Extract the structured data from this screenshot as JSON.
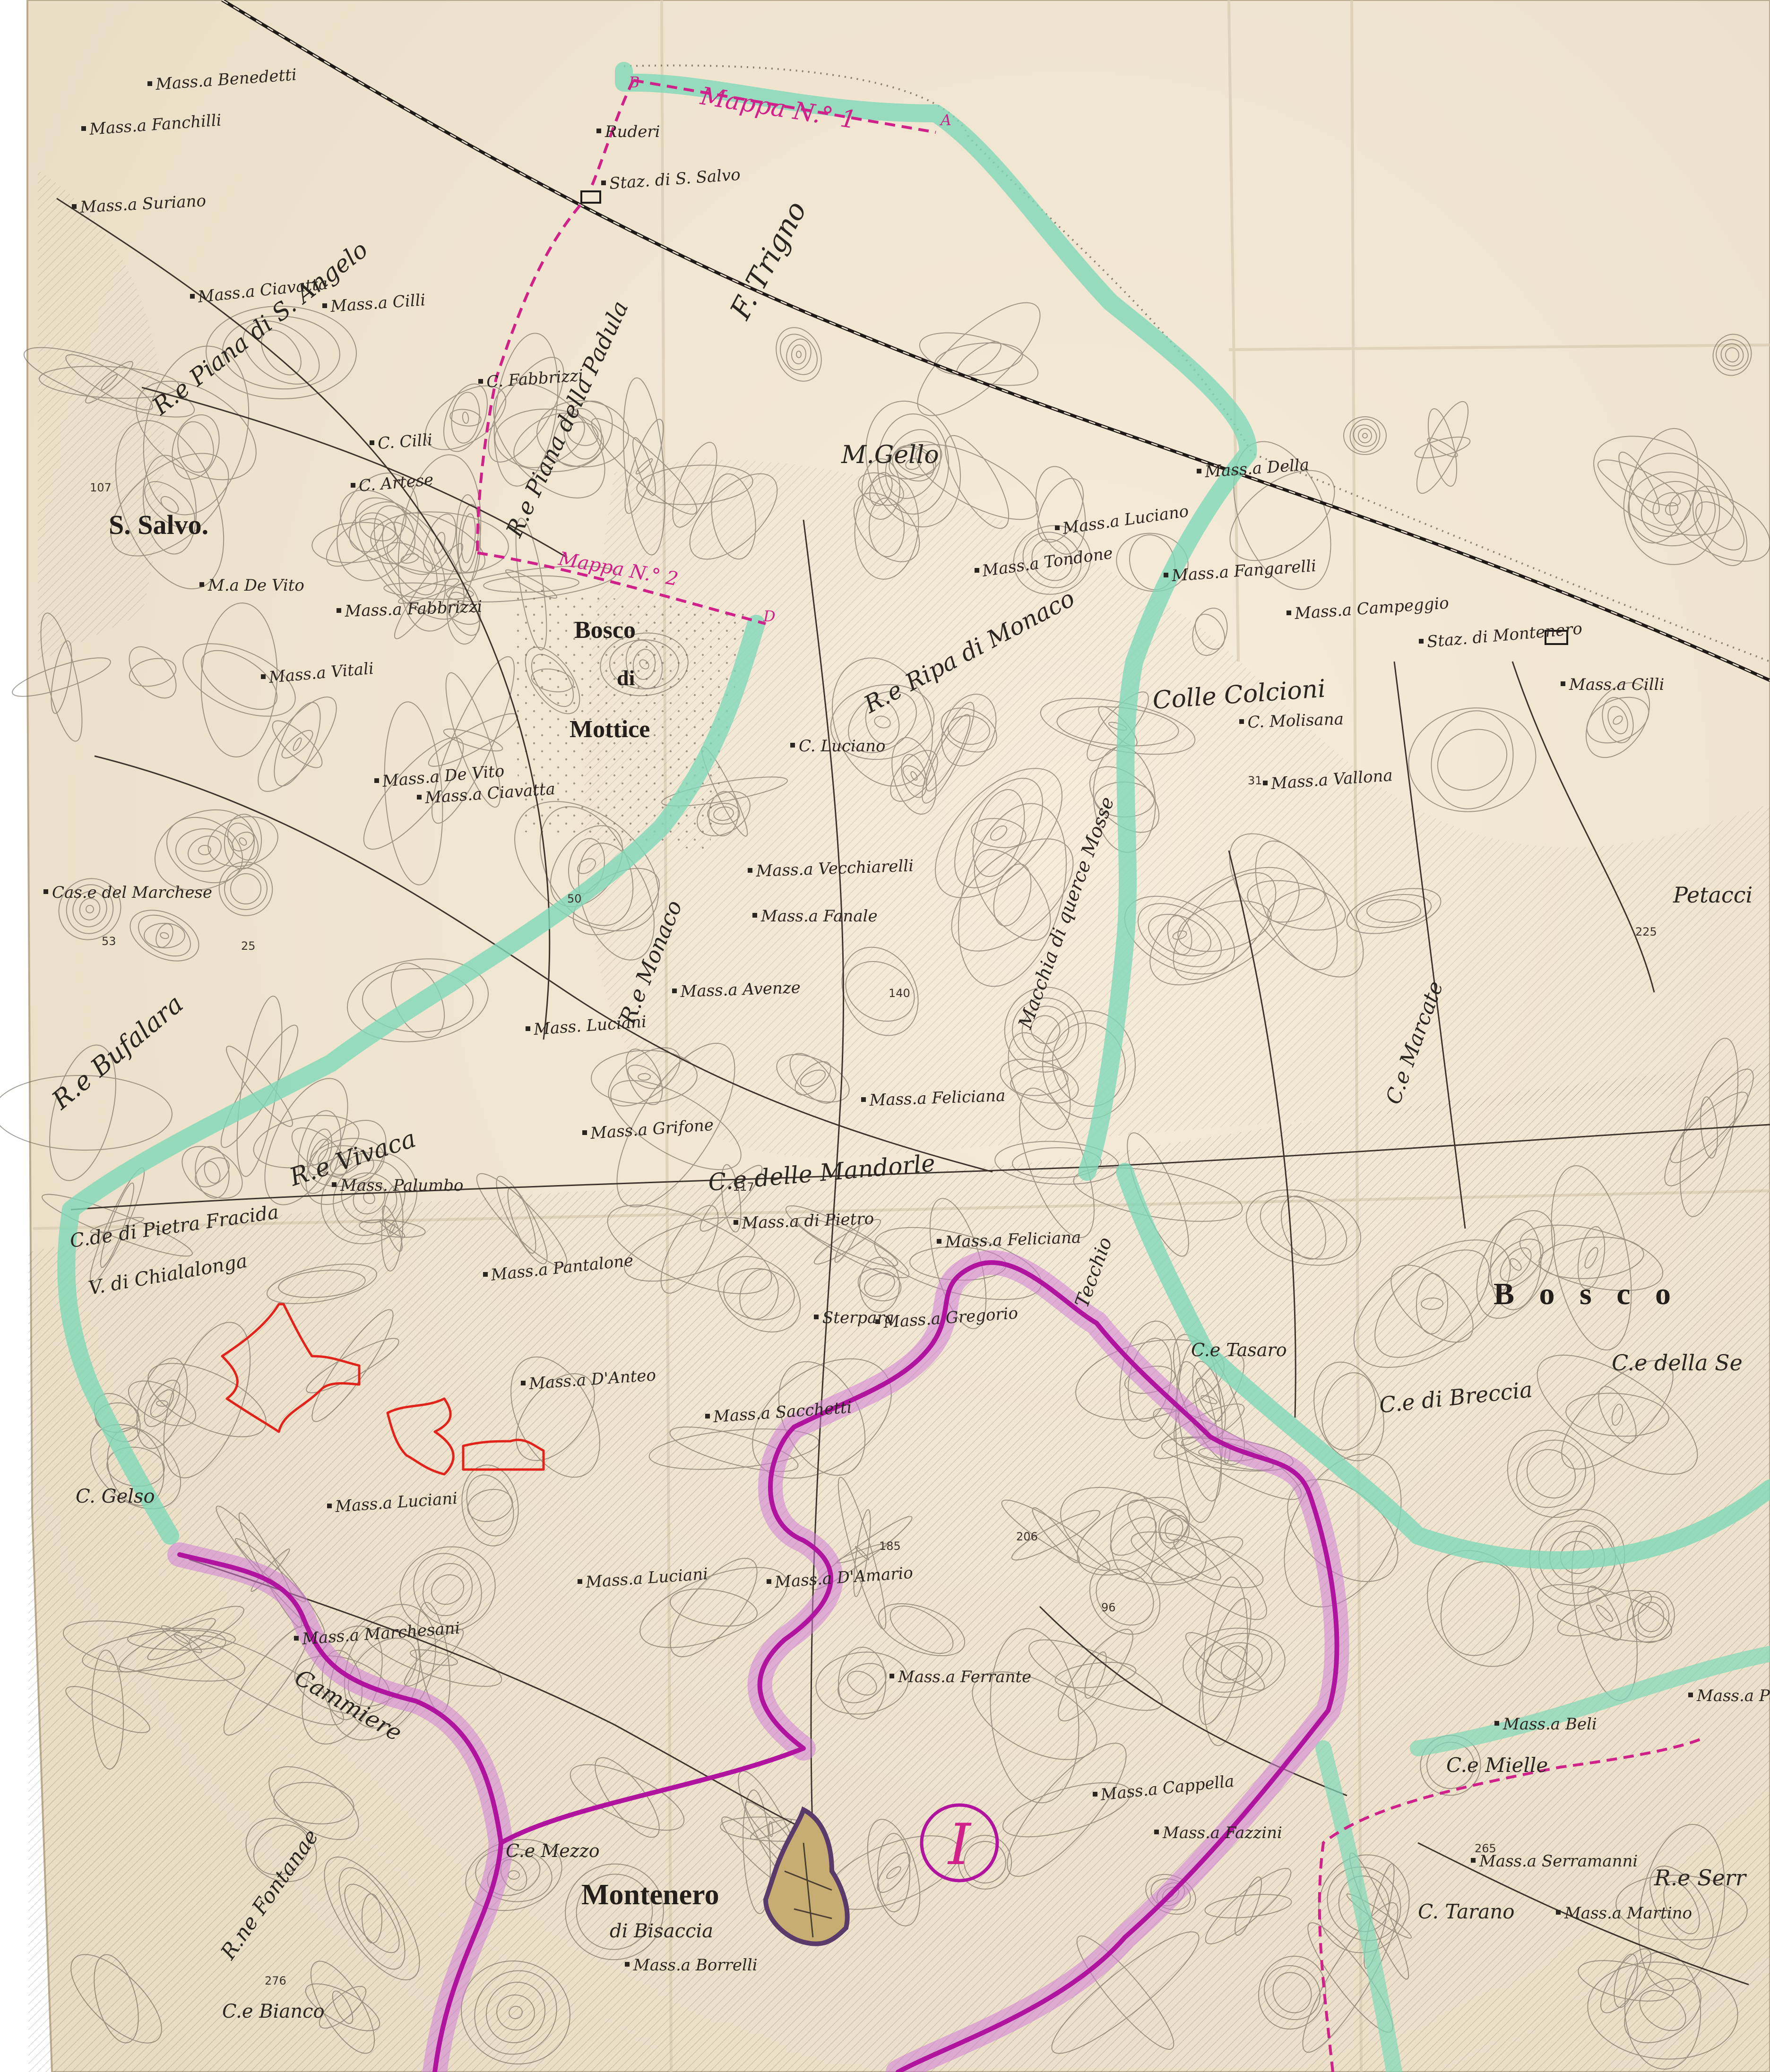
{
  "colors": {
    "paper": "#f2e7d5",
    "ink": "#2b2520",
    "green_boundary": "#7fd8b8",
    "magenta_boundary": "#c531c2",
    "red_parcel": "#e0241c",
    "pink_annotation": "#d0208a",
    "town_fill": "#c8ad72"
  },
  "map_sheet_labels": {
    "mappa_1": "Mappa N.° 1",
    "mappa_2": "Mappa N.° 2",
    "corner_a": "A",
    "corner_b": "B",
    "corner_d": "D",
    "zone_number": "I"
  },
  "places": {
    "s_salvo": "S. Salvo.",
    "montenero": "Montenero",
    "di_bisaccia": "di Bisaccia",
    "bosco": "Bosco",
    "di": "di",
    "mottice": "Mottice",
    "bosco_east": "B o s c o",
    "petacci": "Petacci",
    "m_gello": "M.Gello"
  },
  "rivers": {
    "trigno": "F. Trigno",
    "r_bufalara": "R.e Bufalara",
    "r_vivaca": "R.e Vivaca",
    "r_monaco": "R.e Monaco",
    "ripa_monaco": "R.e Ripa di Monaco",
    "piana_padula": "R.e Piana della Padula",
    "piana_s_angelo": "R.e Piana di S. Angelo",
    "cammiere": "Cammiere",
    "fontanae": "R.ne Fontanae",
    "macchia": "Macchia di querce Mosse",
    "tecchio": "Tecchio",
    "r_serr": "R.e Serr"
  },
  "hills": {
    "colle_colcioni": "Colle Colcioni",
    "c_delle_mandorle": "C.e delle Mandorle",
    "c_pietra_fracida": "C.de di Pietra Fracida",
    "v_chialalonga": "V. di Chialalonga",
    "c_gelsa": "C. Gelso",
    "c_bianco": "C.e Bianco",
    "c_brecca": "C.e di Breccia",
    "c_della_se": "C.e della Se",
    "c_tasaro": "C.e Tasaro",
    "c_marcate": "C.e Marcate",
    "c_mezzo": "C.e Mezzo",
    "c_melle": "C.e Mielle",
    "c_tarano": "C. Tarano"
  },
  "farms": [
    "Mass.a Benedetti",
    "Mass.a Fanchilli",
    "Mass.a Suriano",
    "Mass.a Ciavatta",
    "Mass.a Cilli",
    "C. Fabbrizzi",
    "C. Cilli",
    "C. Artese",
    "M.a De Vito",
    "Mass.a Fabbrizzi",
    "Mass.a Vitali",
    "Mass.a De Vito",
    "Mass.a Ciavatta",
    "Cas.e del Marchese",
    "Mass.a Vecchiarelli",
    "Mass.a Fanale",
    "Mass.a Avenze",
    "Mass. Luciani",
    "Mass.a Grifone",
    "Mass.a Feliciana",
    "Mass. Palumbo",
    "Mass.a di Pietro",
    "Mass.a Pantalone",
    "Mass.a D'Anteo",
    "Mass.a Sacchetti",
    "Mass.a Gregorio",
    "Mass.a Luciani",
    "Mass.a D'Amario",
    "Mass.a Marchesani",
    "Mass.a Ferrante",
    "Mass.a Luciani",
    "Mass.a Cappella",
    "Mass.a Borrelli",
    "Mass.a Serramanni",
    "Mass.a Martino",
    "Mass.a Beli",
    "Mass.a Paiena",
    "Mass.a Fazzini",
    "Mass.a Luciano",
    "Mass.a Tondone",
    "Mass.a Fangarelli",
    "Mass.a Campeggio",
    "Mass.a Cilli",
    "Mass.a Vallona",
    "C. Molisana",
    "Mass.a Della",
    "Ruderi",
    "Staz. di S. Salvo",
    "Staz. di Montenero",
    "Sterpara",
    "Mass.a Feliciana",
    "C. Luciano"
  ],
  "elevations": [
    "107",
    "53",
    "25",
    "31",
    "50",
    "225",
    "265",
    "276",
    "185",
    "206",
    "140",
    "117",
    "96"
  ]
}
